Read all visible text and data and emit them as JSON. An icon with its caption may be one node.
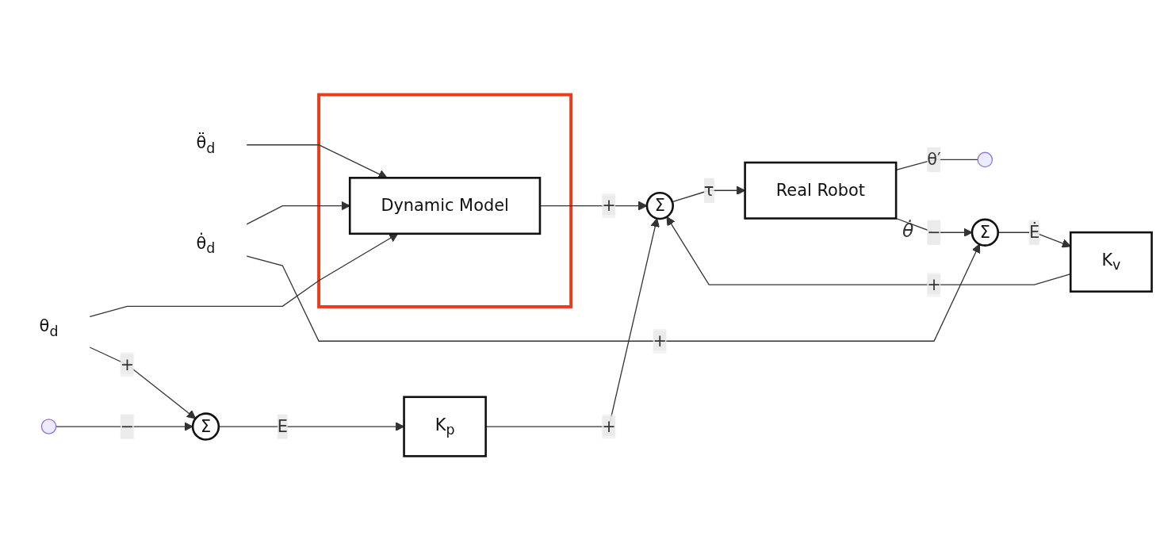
{
  "diagram": {
    "nodes": [
      {
        "text": [
          "θ̈$_{d}$"
        ]
      },
      {
        "text": [
          "θ̇$_{d}$"
        ]
      },
      {
        "text": [
          "θ$_{d}$"
        ]
      },
      {
        "text": [],
        "shape": "box"
      },
      {
        "text": [
          "Dynamic Model"
        ],
        "in": 3
      },
      {
        "text": [
          "Σ"
        ]
      },
      {
        "text": [
          "Real Robot"
        ],
        "beside": [
          "θ̇"
        ]
      },
      {
        "text": [
          "K$_{p}$"
        ]
      },
      {
        "text": [
          "K$_{v}$"
        ]
      },
      {
        "text": [
          "Σ"
        ]
      },
      {
        "text": [
          "Σ"
        ]
      }
    ],
    "edges": [
      {
        "from": 0,
        "to": 4,
        "arrow": "to"
      },
      {
        "from": 1,
        "to": 4,
        "arrow": "to"
      },
      {
        "from": 2,
        "to": 4,
        "arrow": "to"
      },
      {
        "from": 4,
        "to": 5,
        "arrow": "to",
        "label": "+"
      },
      {
        "from": 5,
        "to": 6,
        "arrow": "to",
        "label": "τ"
      },
      {
        "from": 6,
        "to": null,
        "arrow": "none",
        "label": "θ′"
      },
      {
        "from": 6,
        "to": 9,
        "arrow": "to",
        "label": "−"
      },
      {
        "from": null,
        "to": 10,
        "arrow": "to",
        "label": "−"
      },
      {
        "from": 1,
        "to": 9,
        "arrow": "to",
        "label": "+"
      },
      {
        "from": 2,
        "to": 10,
        "arrow": "to",
        "label": "+"
      },
      {
        "from": 10,
        "to": 7,
        "arrow": "to",
        "label": "E"
      },
      {
        "from": 9,
        "to": 8,
        "arrow": "to",
        "label": "Ė"
      },
      {
        "from": 7,
        "to": 5,
        "arrow": "to",
        "label": "+"
      },
      {
        "from": 8,
        "to": 5,
        "arrow": "to",
        "label": "+"
      }
    ]
  }
}
